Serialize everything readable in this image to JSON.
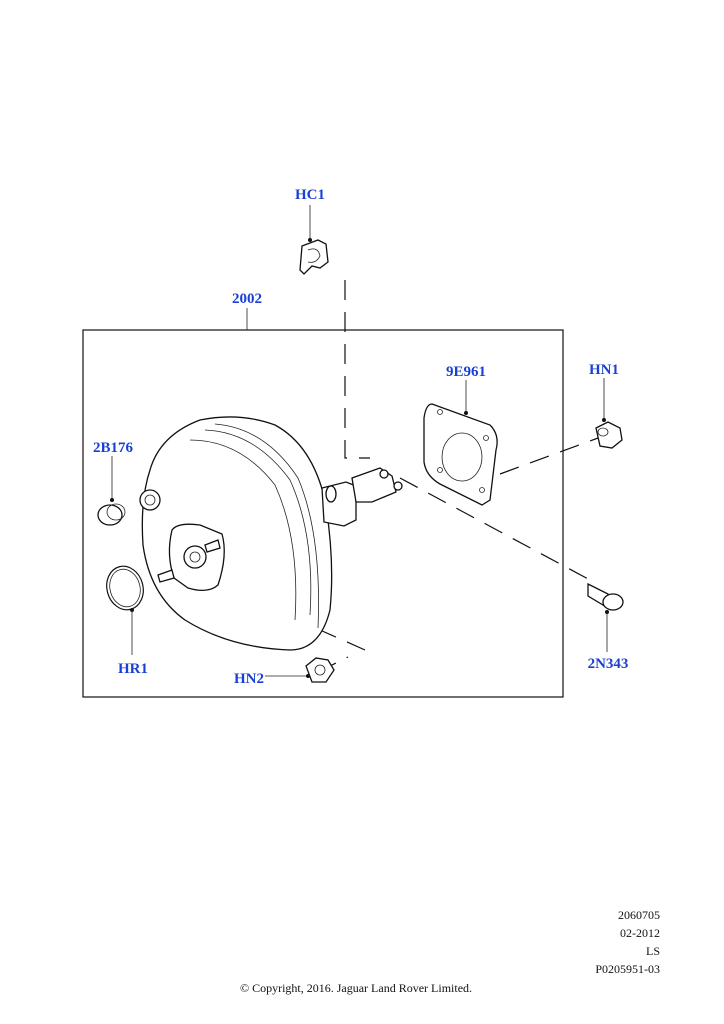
{
  "diagram": {
    "callouts": {
      "hc1": "HC1",
      "n2002": "2002",
      "n9e961": "9E961",
      "hn1": "HN1",
      "n2b176": "2B176",
      "hr1": "HR1",
      "hn2": "HN2",
      "n2n343": "2N343"
    },
    "callout_color": "#1a3fd4"
  },
  "reference": {
    "line1": "2060705",
    "line2": "02-2012",
    "line3": "LS",
    "line4": "P0205951-03"
  },
  "footer": {
    "copyright": "© Copyright, 2016. Jaguar Land Rover Limited."
  }
}
